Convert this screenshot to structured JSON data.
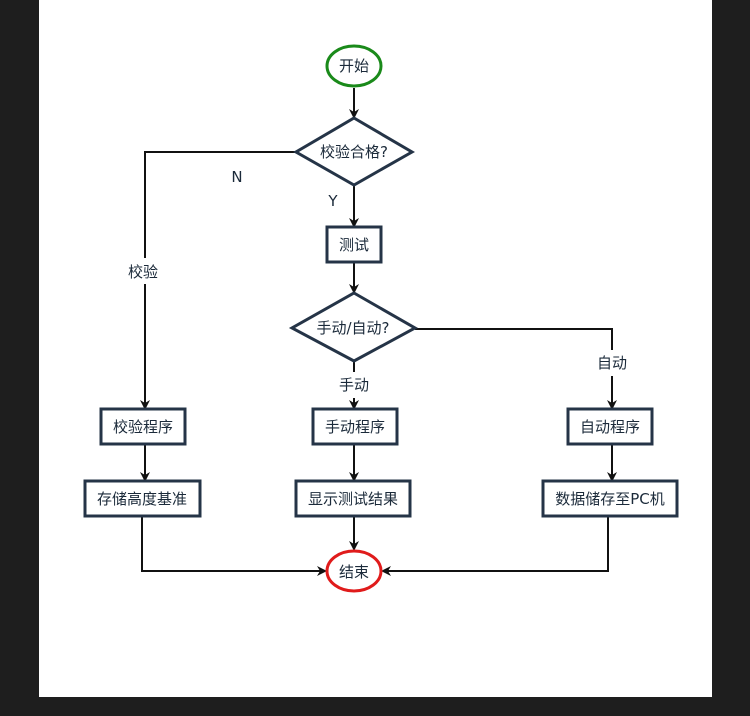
{
  "diagram": {
    "nodes": {
      "start": "开始",
      "check": "校验合格?",
      "test": "测试",
      "mode": "手动/自动?",
      "calib_prog": "校验程序",
      "manual_prog": "手动程序",
      "auto_prog": "自动程序",
      "store_height": "存储高度基准",
      "show_result": "显示测试结果",
      "save_pc": "数据储存至PC机",
      "end": "结束"
    },
    "edge_labels": {
      "no": "N",
      "yes": "Y",
      "calibrate": "校验",
      "manual": "手动",
      "auto": "自动"
    },
    "colors": {
      "stroke": "#253447",
      "start_border": "#1a8a1a",
      "end_border": "#e01b1b"
    }
  }
}
